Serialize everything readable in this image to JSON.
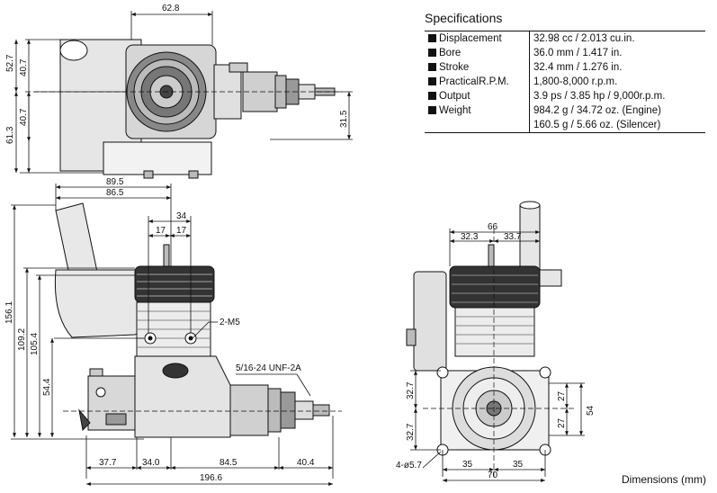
{
  "specifications": {
    "title": "Specifications",
    "rows": [
      {
        "label": "Displacement",
        "value": "32.98 cc / 2.013 cu.in."
      },
      {
        "label": "Bore",
        "value": "36.0 mm / 1.417 in."
      },
      {
        "label": "Stroke",
        "value": "32.4 mm / 1.276 in."
      },
      {
        "label": "PracticalR.P.M.",
        "value": "1,800-8,000 r.p.m."
      },
      {
        "label": "Output",
        "value": "3.9 ps / 3.85 hp / 9,000r.p.m."
      },
      {
        "label": "Weight",
        "value": "984.2 g / 34.72 oz. (Engine)"
      },
      {
        "label": "",
        "value": "160.5 g / 5.66 oz.  (Silencer)"
      }
    ]
  },
  "dimensions": {
    "top_view": {
      "width_62_8": "62.8",
      "height_52_7": "52.7",
      "height_40_7_upper": "40.7",
      "height_40_7_lower": "40.7",
      "height_61_3": "61.3",
      "height_31_5": "31.5"
    },
    "side_view": {
      "width_89_5": "89.5",
      "width_86_5": "86.5",
      "width_34": "34",
      "width_17_a": "17",
      "width_17_b": "17",
      "height_156_1": "156.1",
      "height_109_2": "109.2",
      "height_105_4": "105.4",
      "height_54_4": "54.4",
      "mount_holes": "2-M5",
      "thread": "5/16-24 UNF-2A",
      "bottom_37_7": "37.7",
      "bottom_34_0": "34.0",
      "bottom_84_5": "84.5",
      "bottom_40_4": "40.4",
      "total_196_6": "196.6"
    },
    "front_view": {
      "width_66": "66",
      "width_32_3": "32.3",
      "width_33_7": "33.7",
      "height_32_7_upper": "32.7",
      "height_32_7_lower": "32.7",
      "height_27_upper": "27",
      "height_27_lower": "27",
      "height_54": "54",
      "width_35_left": "35",
      "width_35_right": "35",
      "width_70": "70",
      "holes": "4-ø5.7"
    }
  },
  "footer": {
    "units_label": "Dimensions (mm)"
  }
}
